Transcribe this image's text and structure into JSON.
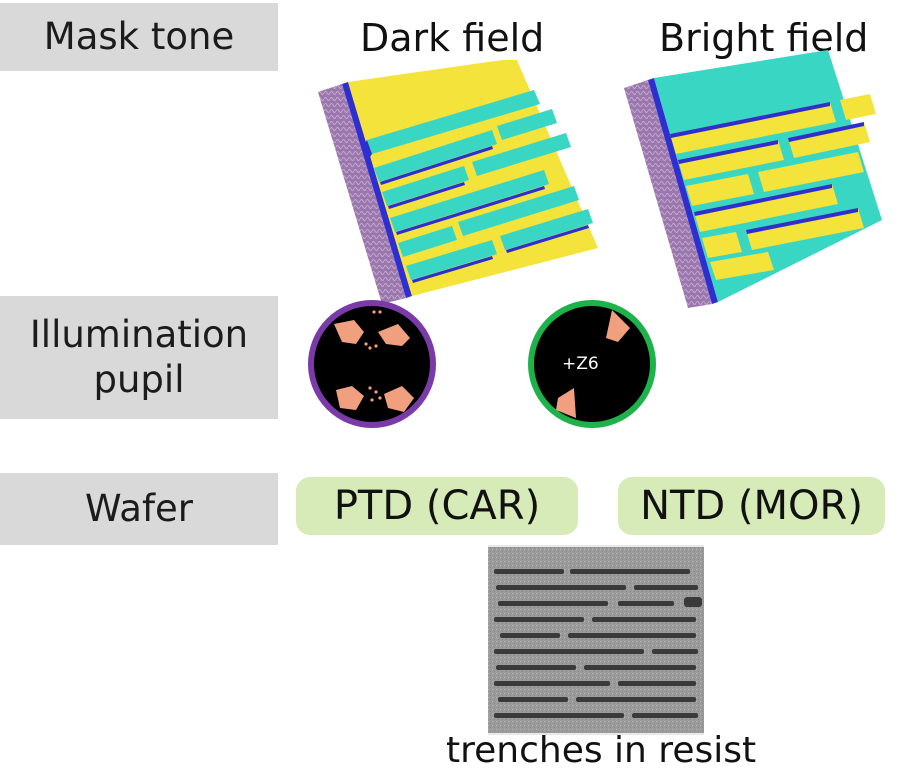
{
  "rows": {
    "mask_tone": "Mask tone",
    "illumination_line1": "Illumination",
    "illumination_line2": "pupil",
    "wafer": "Wafer"
  },
  "columns": {
    "dark_field": "Dark field",
    "bright_field": "Bright field"
  },
  "pupils": {
    "dark_field_ring_color": "#7a3aa8",
    "bright_field_ring_color": "#1db24a",
    "bright_field_label": "+Z6",
    "pole_color": "#f0a07e"
  },
  "wafer": {
    "left_process": "PTD (CAR)",
    "right_process": "NTD (MOR)"
  },
  "sem": {
    "caption": "trenches in resist"
  },
  "colors": {
    "yellow": "#f3e33a",
    "teal": "#3ad6c4",
    "blue_edge": "#2f2fd0",
    "side_purple": "#a07ab0",
    "label_gray": "#d9d9d9",
    "pill_green": "#d6ebb8"
  }
}
